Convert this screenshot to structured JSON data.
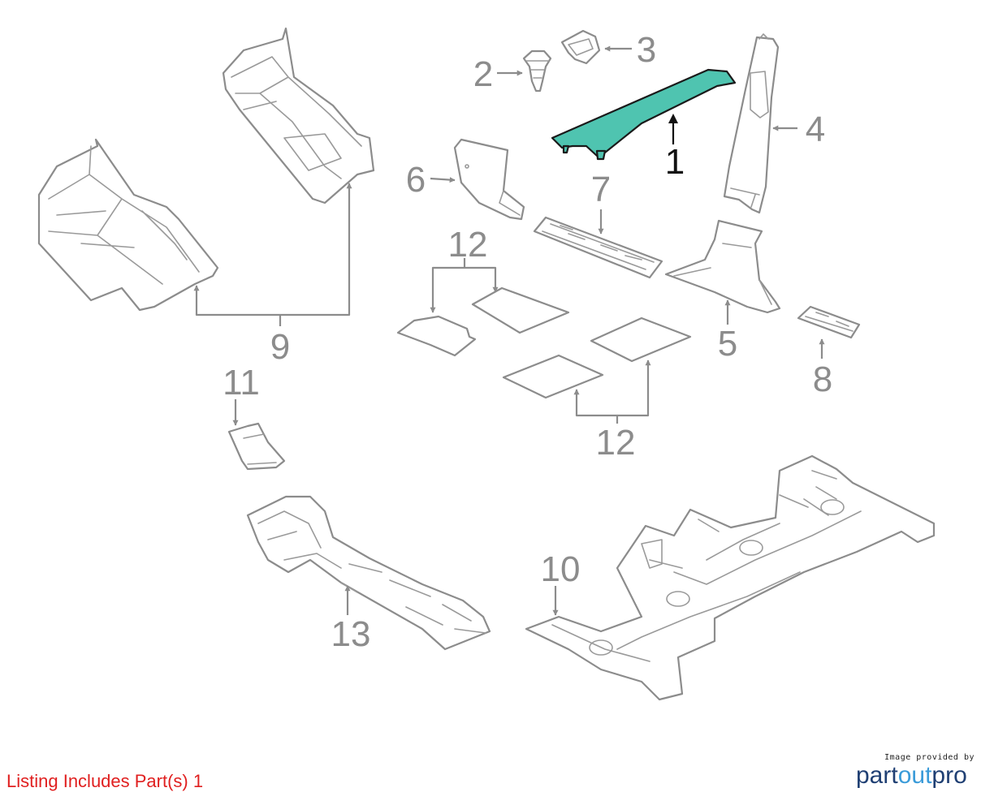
{
  "diagram": {
    "callouts": {
      "c1": "1",
      "c2": "2",
      "c3": "3",
      "c4": "4",
      "c5": "5",
      "c6": "6",
      "c7": "7",
      "c8": "8",
      "c9": "9",
      "c10": "10",
      "c11": "11",
      "c12a": "12",
      "c12b": "12",
      "c13": "13"
    },
    "highlight_color": "#4fc4b0"
  },
  "footer": {
    "listing": "Listing Includes Part(s) 1",
    "credit_small": "Image provided by",
    "brand_left": "part",
    "brand_accent": "out",
    "brand_right": "pro"
  }
}
